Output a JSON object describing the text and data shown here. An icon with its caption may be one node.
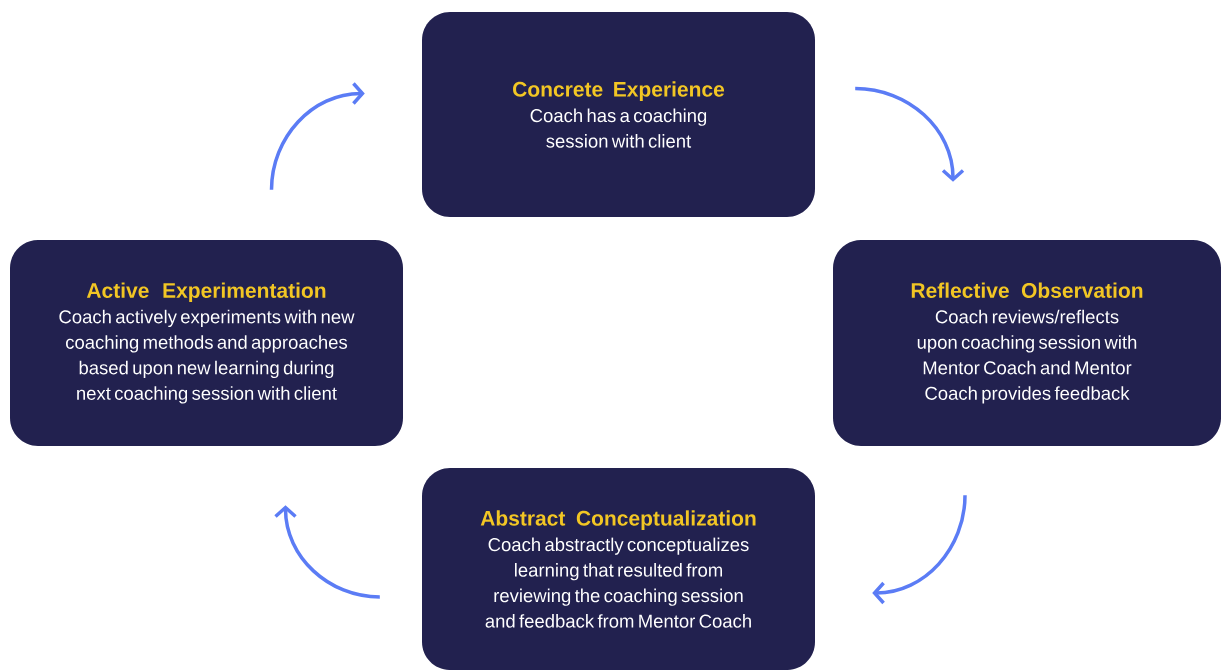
{
  "diagram": {
    "nodes": [
      {
        "text": [
          "Concrete Experience",
          "Coach has a coaching session with client"
        ]
      },
      {
        "text": [
          "Reflective Observation",
          "Coach reviews/reflects upon coaching session with Mentor Coach and Mentor Coach provides feedback"
        ]
      },
      {
        "text": [
          "Abstract Conceptualization",
          "Coach abstractly conceptualizes learning that resulted from reviewing the coaching session and feedback from Mentor Coach"
        ]
      },
      {
        "text": [
          "Active Experimentation",
          "Coach actively experiments with new coaching methods and approaches based upon new learning during next coaching session with client"
        ]
      }
    ],
    "edges": [
      {
        "from": 0,
        "to": 1,
        "arrow": "to"
      },
      {
        "from": 1,
        "to": 2,
        "arrow": "to"
      },
      {
        "from": 2,
        "to": 3,
        "arrow": "to"
      },
      {
        "from": 3,
        "to": 0,
        "arrow": "to"
      }
    ]
  }
}
